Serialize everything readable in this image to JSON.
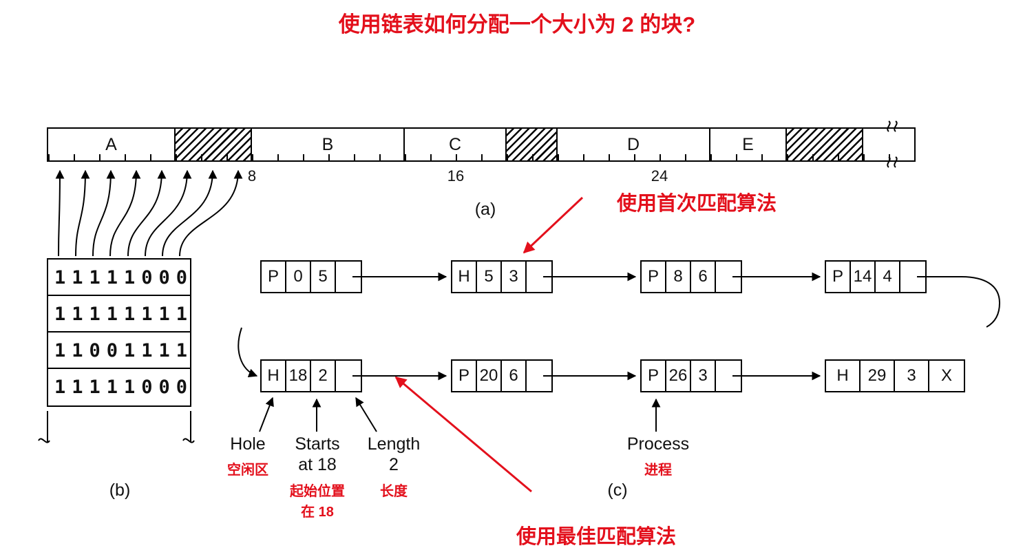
{
  "title": "使用链表如何分配一个大小为 2 的块?",
  "accent_color": "#e3101c",
  "memory_bar": {
    "caption": "(a)",
    "segments": [
      {
        "label": "A",
        "type": "process"
      },
      {
        "label": "",
        "type": "hole"
      },
      {
        "label": "B",
        "type": "process"
      },
      {
        "label": "C",
        "type": "process"
      },
      {
        "label": "",
        "type": "hole"
      },
      {
        "label": "D",
        "type": "process"
      },
      {
        "label": "E",
        "type": "process"
      },
      {
        "label": "",
        "type": "hole"
      },
      {
        "label": "",
        "type": "continuation"
      }
    ],
    "tick_numbers": [
      "8",
      "16",
      "24"
    ]
  },
  "bitmap": {
    "caption": "(b)",
    "rows": [
      "11111000",
      "11111111",
      "11001111",
      "11111000"
    ]
  },
  "linked_list": {
    "caption": "(c)",
    "row1": [
      {
        "cells": [
          "P",
          "0",
          "5",
          ""
        ]
      },
      {
        "cells": [
          "H",
          "5",
          "3",
          ""
        ]
      },
      {
        "cells": [
          "P",
          "8",
          "6",
          ""
        ]
      },
      {
        "cells": [
          "P",
          "14",
          "4",
          ""
        ]
      }
    ],
    "row2": [
      {
        "cells": [
          "H",
          "18",
          "2",
          ""
        ]
      },
      {
        "cells": [
          "P",
          "20",
          "6",
          ""
        ]
      },
      {
        "cells": [
          "P",
          "26",
          "3",
          ""
        ]
      },
      {
        "cells": [
          "H",
          "29",
          "3",
          "X"
        ]
      }
    ]
  },
  "field_labels": {
    "hole_en": "Hole",
    "hole_zh": "空闲区",
    "starts_line1": "Starts",
    "starts_line2": "at 18",
    "starts_zh_line1": "起始位置",
    "starts_zh_line2": "在 18",
    "length_line1": "Length",
    "length_line2": "2",
    "length_zh": "长度",
    "process_en": "Process",
    "process_zh": "进程"
  },
  "annotations": {
    "first_fit": "使用首次匹配算法",
    "best_fit": "使用最佳匹配算法"
  }
}
